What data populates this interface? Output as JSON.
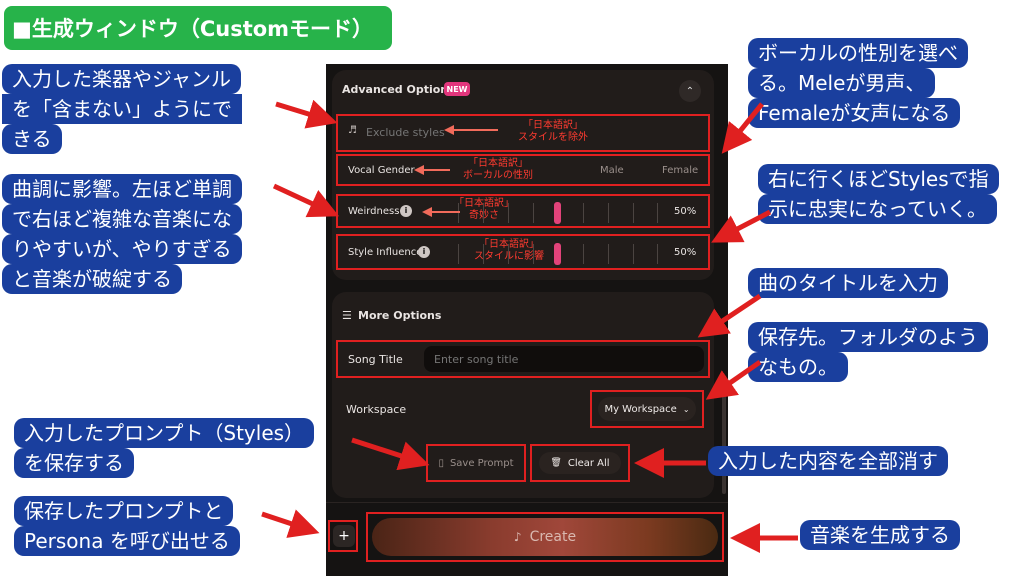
{
  "title": "■生成ウィンドウ（Customモード）",
  "panel": {
    "advanced_options": {
      "label": "Advanced Options",
      "badge": "NEW",
      "collapse_icon": "chevron-up"
    },
    "exclude": {
      "placeholder": "Exclude styles",
      "icon": "exclude-icon",
      "note_line1": "「日本語訳」",
      "note_line2": "スタイルを除外"
    },
    "vocal_gender": {
      "label": "Vocal Gender",
      "male": "Male",
      "female": "Female",
      "note_line1": "「日本語訳」",
      "note_line2": "ボーカルの性別"
    },
    "weirdness": {
      "label": "Weirdness",
      "value": "50%",
      "level": 0.5,
      "note_line1": "「日本語訳」",
      "note_line2": "奇妙さ"
    },
    "style_influence": {
      "label": "Style Influence",
      "value": "50%",
      "level": 0.5,
      "note_line1": "「日本語訳」",
      "note_line2": "スタイルに影響"
    },
    "more_options": {
      "label": "More Options"
    },
    "song_title": {
      "label": "Song Title",
      "placeholder": "Enter song title"
    },
    "workspace": {
      "label": "Workspace",
      "value": "My Workspace"
    },
    "save_prompt": "Save Prompt",
    "clear_all": "Clear All",
    "add": "+",
    "create": "Create"
  },
  "callouts": {
    "exclude": [
      "入力した楽器やジャンル",
      "を「含まない」ようにで",
      "きる"
    ],
    "weirdness": [
      "曲調に影響。左ほど単調",
      "で右ほど複雑な音楽にな",
      "りやすいが、やりすぎる",
      "と音楽が破綻する"
    ],
    "save_prompt": [
      "入力したプロンプト（Styles）",
      "を保存する"
    ],
    "persona": [
      "保存したプロンプトと",
      "Persona を呼び出せる"
    ],
    "vocal": [
      "ボーカルの性別を選べ",
      "る。Meleが男声、",
      "Femaleが女声になる"
    ],
    "style_influence": [
      "右に行くほどStylesで指",
      "示に忠実になっていく。"
    ],
    "song_title": [
      "曲のタイトルを入力"
    ],
    "workspace": [
      "保存先。フォルダのよう",
      "なもの。"
    ],
    "clear_all": [
      "入力した内容を全部消す"
    ],
    "create": [
      "音楽を生成する"
    ]
  },
  "colors": {
    "callout_bg": "#1a3f9e",
    "title_bg": "#27b34a",
    "annotation_red": "#e02020",
    "slider_pink": "#e2437a"
  }
}
